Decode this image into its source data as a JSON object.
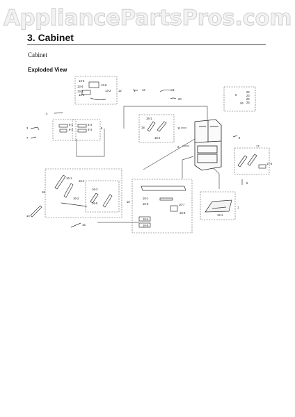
{
  "watermark": "AppliancePartsPros.com",
  "header": {
    "section_title": "3.  Cabinet",
    "subtitle": "Cabinet",
    "view_label": "Exploded View"
  },
  "callouts": {
    "top_hinge": [
      "13-5",
      "13-4",
      "13-3",
      "13-1",
      "13-2",
      "13-6",
      "12"
    ],
    "topright_legend": [
      "5",
      "22",
      "23",
      "24",
      "25",
      "26"
    ],
    "misc": [
      "13",
      "21",
      "20",
      "4",
      "3",
      "7",
      "8",
      "1",
      "2",
      "9",
      "17",
      "6",
      "16",
      "14",
      "15",
      "11",
      "18",
      "19",
      "10"
    ]
  }
}
